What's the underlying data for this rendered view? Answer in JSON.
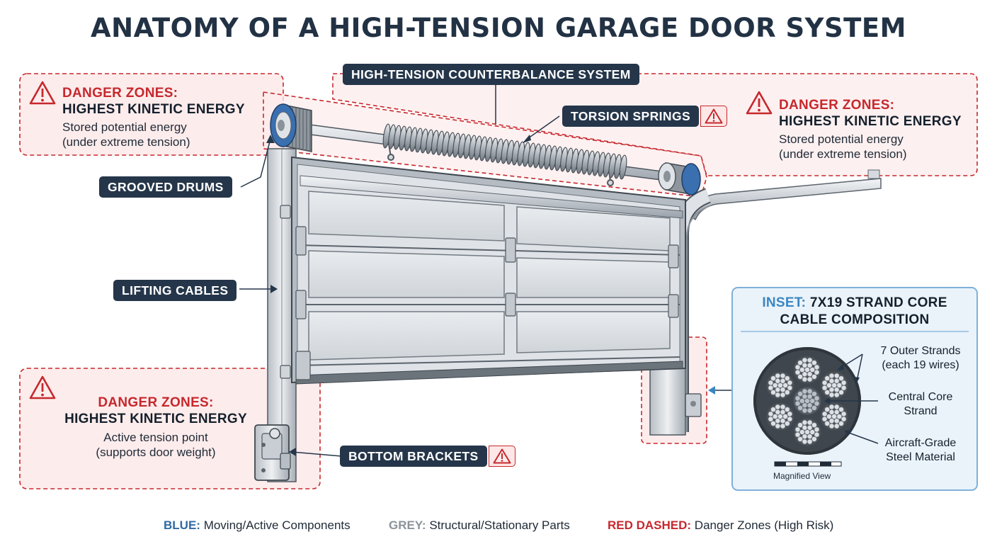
{
  "title": "ANATOMY OF A HIGH-TENSION GARAGE DOOR SYSTEM",
  "colors": {
    "danger_red": "#c6282d",
    "zone_fill": "#fdecec",
    "dark_navy": "#25364a",
    "moving_blue": "#3a6fb0",
    "structural_grey": "#9aa3ad",
    "inset_border": "#7fb0d8"
  },
  "danger_zones": [
    {
      "id": "top-left",
      "icon": "warning-triangle-icon",
      "heading": "DANGER ZONES:",
      "subheading": "HIGHEST KINETIC ENERGY",
      "description_line1": "Stored potential energy",
      "description_line2": "(under extreme tension)"
    },
    {
      "id": "top-right",
      "icon": "warning-triangle-icon",
      "heading": "DANGER ZONES:",
      "subheading": "HIGHEST KINETIC ENERGY",
      "description_line1": "Stored potential energy",
      "description_line2": "(under extreme tension)"
    },
    {
      "id": "bottom-left",
      "icon": "warning-triangle-icon",
      "heading": "DANGER ZONES:",
      "subheading": "HIGHEST KINETIC ENERGY",
      "description_line1": "Active tension point",
      "description_line2": "(supports door weight)"
    }
  ],
  "labels": {
    "counterbalance": "HIGH-TENSION COUNTERBALANCE SYSTEM",
    "torsion_springs": "TORSION SPRINGS",
    "grooved_drums": "GROOVED DRUMS",
    "lifting_cables": "LIFTING CABLES",
    "bottom_brackets": "BOTTOM BRACKETS"
  },
  "inset": {
    "title_accent": "INSET:",
    "title_rest": "7X19 STRAND CORE",
    "title_line2": "CABLE COMPOSITION",
    "outer_strands_line1": "7 Outer Strands",
    "outer_strands_line2": "(each 19 wires)",
    "core_line1": "Central Core",
    "core_line2": "Strand",
    "material_line1": "Aircraft-Grade",
    "material_line2": "Steel Material",
    "magnified": "Magnified View"
  },
  "legend": [
    {
      "key": "BLUE:",
      "text": "Moving/Active Components",
      "color": "#2f6aa3"
    },
    {
      "key": "GREY:",
      "text": "Structural/Stationary Parts",
      "color": "#8c939b"
    },
    {
      "key": "RED DASHED:",
      "text": "Danger Zones (High Risk)",
      "color": "#c6282d"
    }
  ]
}
